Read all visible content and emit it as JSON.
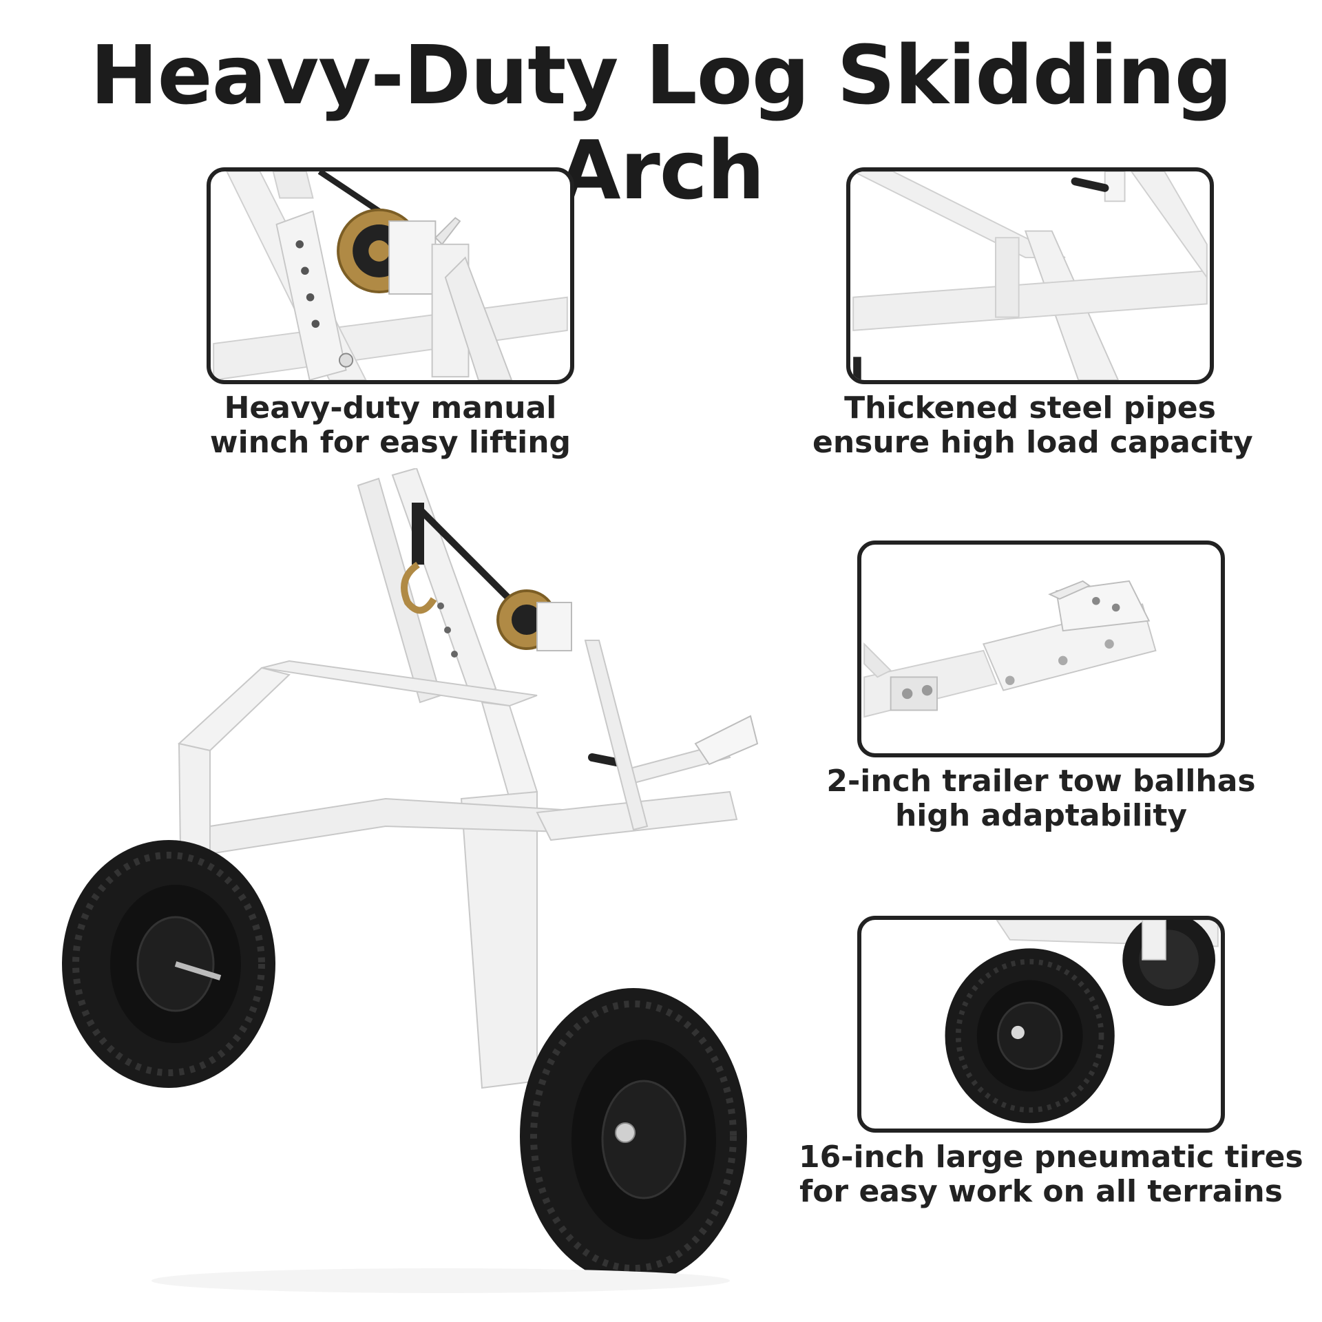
{
  "title": "Heavy-Duty Log Skidding Arch",
  "features": [
    {
      "line1": "Heavy-duty manual",
      "line2": "winch for easy lifting",
      "icon": "winch-closeup"
    },
    {
      "line1": "Thickened steel pipes",
      "line2": "ensure high load capacity",
      "icon": "steel-frame-closeup"
    },
    {
      "line1": "2-inch trailer tow ballhas",
      "line2": "high adaptability",
      "icon": "hitch-coupler-closeup"
    },
    {
      "line1": "16-inch large pneumatic tires",
      "line2": "for easy work on all terrains",
      "icon": "tire-closeup"
    }
  ],
  "colors": {
    "text": "#1f1f1f",
    "frame": "#eeeeee",
    "frame_edge": "#c9c9c9",
    "tire": "#1a1a1a",
    "gear": "#b08a45"
  }
}
